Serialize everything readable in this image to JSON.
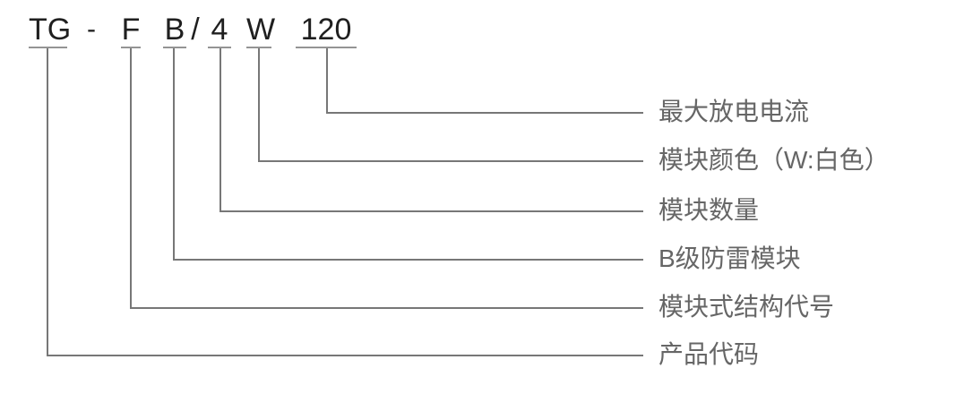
{
  "diagram": {
    "code_string": "TG - F B / 4 W 120",
    "separators": [
      "-",
      "/"
    ],
    "segments": [
      {
        "code": "TG",
        "label": "产品代码"
      },
      {
        "code": "F",
        "label": "模块式结构代号"
      },
      {
        "code": "B",
        "label": "B级防雷模块"
      },
      {
        "code": "4",
        "label": "模块数量"
      },
      {
        "code": "W",
        "label": "模块颜色（W:白色）"
      },
      {
        "code": "120",
        "label": "最大放电电流"
      }
    ]
  },
  "colors": {
    "background": "#ffffff",
    "code_text": "#1f1f1f",
    "underline": "#949494",
    "connector_line": "#777777",
    "label_text": "#666666"
  }
}
